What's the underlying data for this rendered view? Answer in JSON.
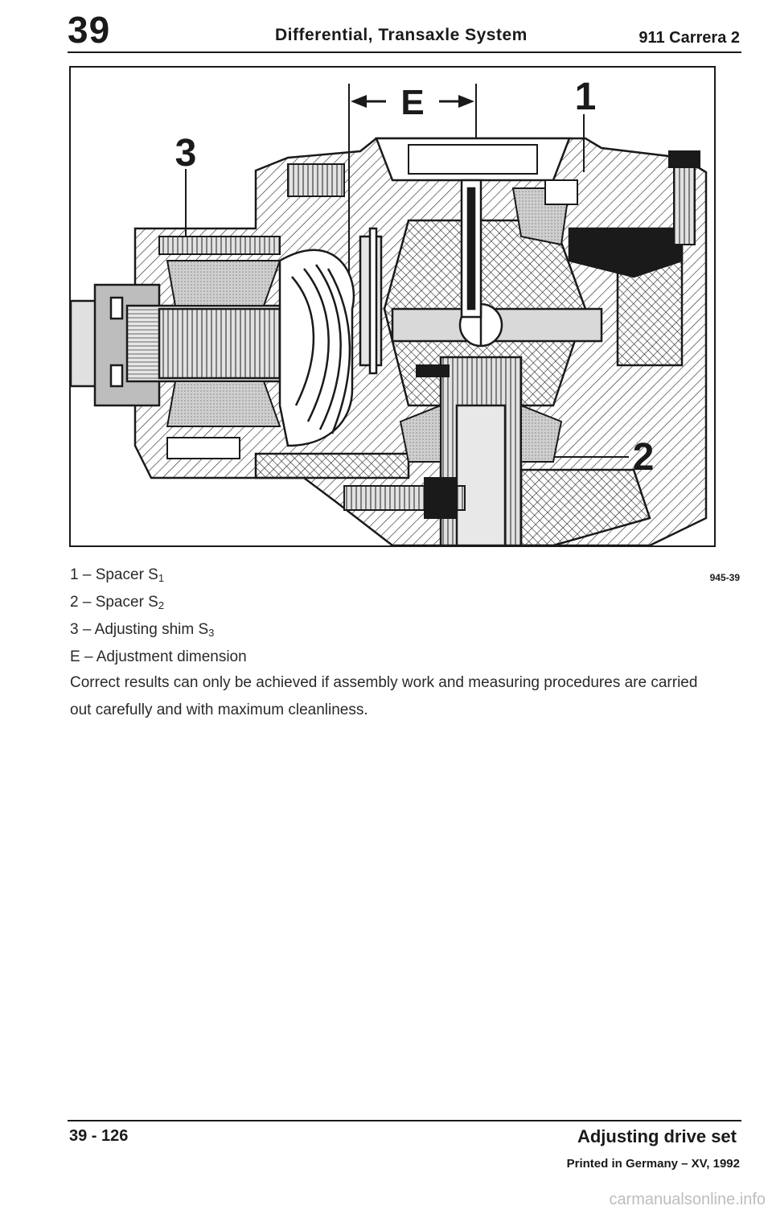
{
  "header": {
    "chapter": "39",
    "title": "Differential, Transaxle System",
    "model": "911 Carrera 2"
  },
  "figure": {
    "callouts": {
      "dimension": "E",
      "one": "1",
      "two": "2",
      "three": "3"
    },
    "reference": "945-39"
  },
  "legend": [
    {
      "prefix": "1 – Spacer S",
      "sub": "1"
    },
    {
      "prefix": "2 – Spacer S",
      "sub": "2"
    },
    {
      "prefix": "3 – Adjusting shim S",
      "sub": "3"
    },
    {
      "prefix": "E – Adjustment dimension",
      "sub": ""
    }
  ],
  "note": "Correct results can only be achieved if assembly work and measuring procedures are carried out carefully and with maximum cleanliness.",
  "footer": {
    "page": "39 - 126",
    "section": "Adjusting drive set",
    "printed": "Printed in Germany – XV, 1992"
  },
  "watermark": "carmanualsonline.info"
}
